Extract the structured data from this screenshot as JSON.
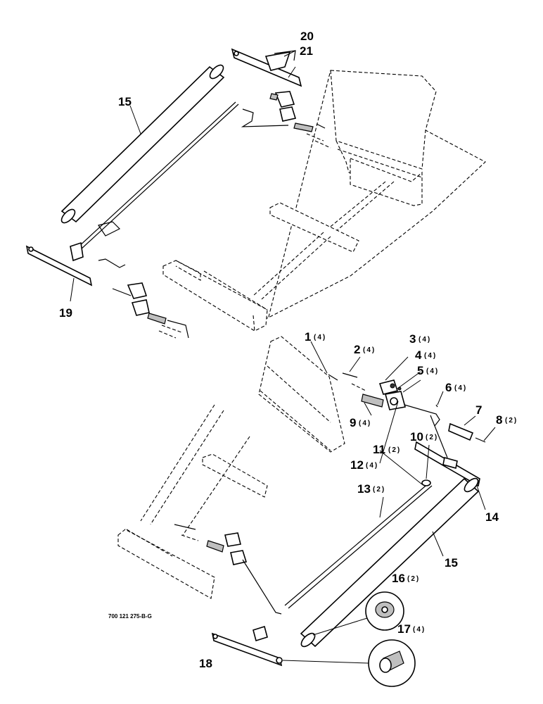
{
  "diagram_ref": "700 121 275-B-G",
  "callouts": {
    "c1": {
      "num": "1",
      "qty": "(4)"
    },
    "c2": {
      "num": "2",
      "qty": "(4)"
    },
    "c3": {
      "num": "3",
      "qty": "(4)"
    },
    "c4": {
      "num": "4",
      "qty": "(4)"
    },
    "c5": {
      "num": "5",
      "qty": "(4)"
    },
    "c6": {
      "num": "6",
      "qty": "(4)"
    },
    "c7": {
      "num": "7",
      "qty": ""
    },
    "c8": {
      "num": "8",
      "qty": "(2)"
    },
    "c9": {
      "num": "9",
      "qty": "(4)"
    },
    "c10": {
      "num": "10",
      "qty": "(2)"
    },
    "c11": {
      "num": "11",
      "qty": "(2)"
    },
    "c12": {
      "num": "12",
      "qty": "(4)"
    },
    "c13": {
      "num": "13",
      "qty": "(2)"
    },
    "c14": {
      "num": "14",
      "qty": ""
    },
    "c15a": {
      "num": "15",
      "qty": ""
    },
    "c15b": {
      "num": "15",
      "qty": ""
    },
    "c16": {
      "num": "16",
      "qty": "(2)"
    },
    "c17": {
      "num": "17",
      "qty": "(4)"
    },
    "c18": {
      "num": "18",
      "qty": ""
    },
    "c19": {
      "num": "19",
      "qty": ""
    },
    "c20": {
      "num": "20",
      "qty": ""
    },
    "c21": {
      "num": "21",
      "qty": ""
    }
  }
}
